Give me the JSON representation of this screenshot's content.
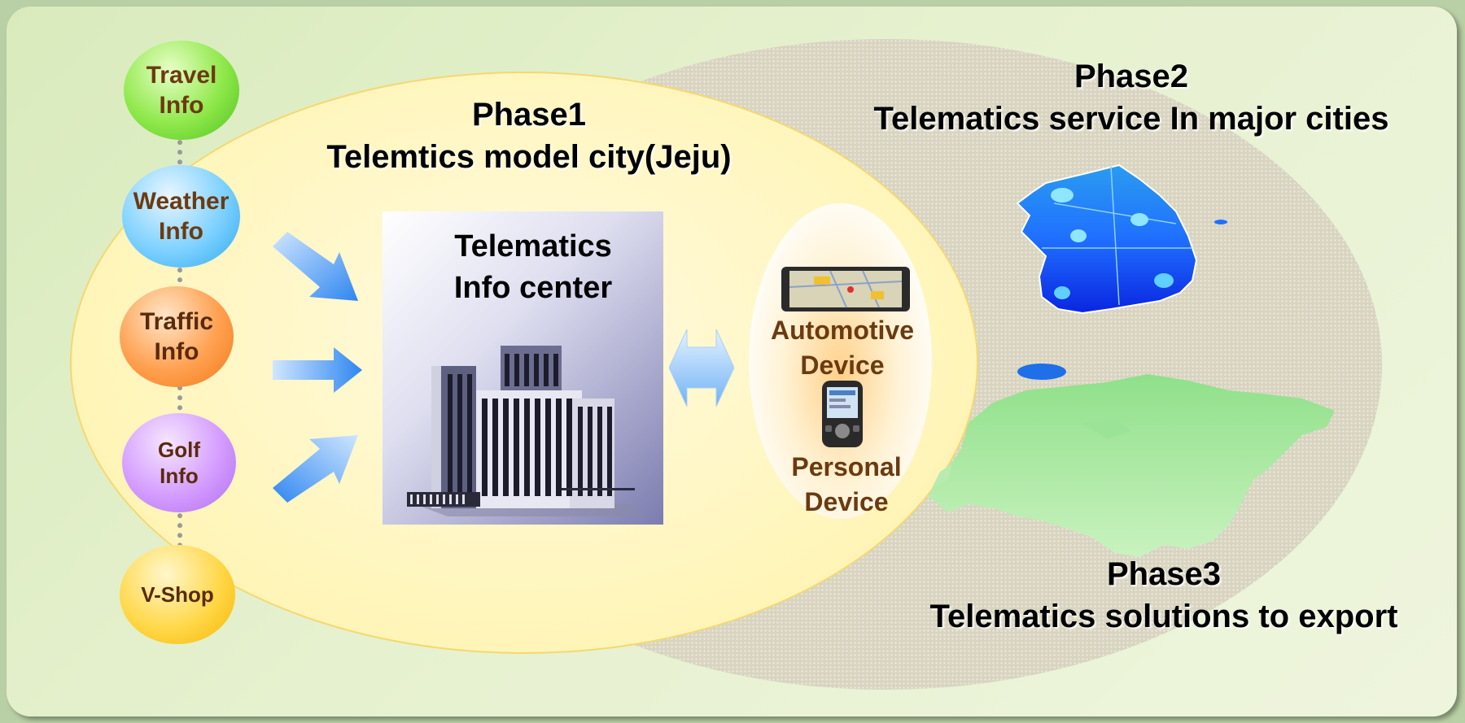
{
  "phase1": {
    "line1": "Phase1",
    "line2": "Telemtics model city(Jeju)"
  },
  "phase2": {
    "line1": "Phase2",
    "line2": "Telematics service In major cities"
  },
  "phase3": {
    "line1": "Phase3",
    "line2": "Telematics solutions to export"
  },
  "info_sources": [
    {
      "line1": "Travel",
      "line2": "Info"
    },
    {
      "line1": "Weather",
      "line2": "Info"
    },
    {
      "line1": "Traffic",
      "line2": "Info"
    },
    {
      "line1": "Golf",
      "line2": "Info"
    },
    {
      "line1": "V-Shop"
    }
  ],
  "center": {
    "line1": "Telematics",
    "line2": "Info center"
  },
  "devices": {
    "automotive": {
      "line1": "Automotive",
      "line2": "Device"
    },
    "personal": {
      "line1": "Personal",
      "line2": "Device"
    }
  },
  "colors": {
    "travel": "#8fe84a",
    "weather": "#7ed1ff",
    "traffic": "#ffa050",
    "golf": "#d49cff",
    "vshop": "#ffd84a",
    "korea": "#1f6fff",
    "eurasia": "#8fe08a"
  },
  "icons": [
    "building-icon",
    "car-navigation-icon",
    "pda-icon",
    "korea-map-icon",
    "eurasia-map-icon",
    "arrow-icon",
    "double-arrow-icon"
  ]
}
